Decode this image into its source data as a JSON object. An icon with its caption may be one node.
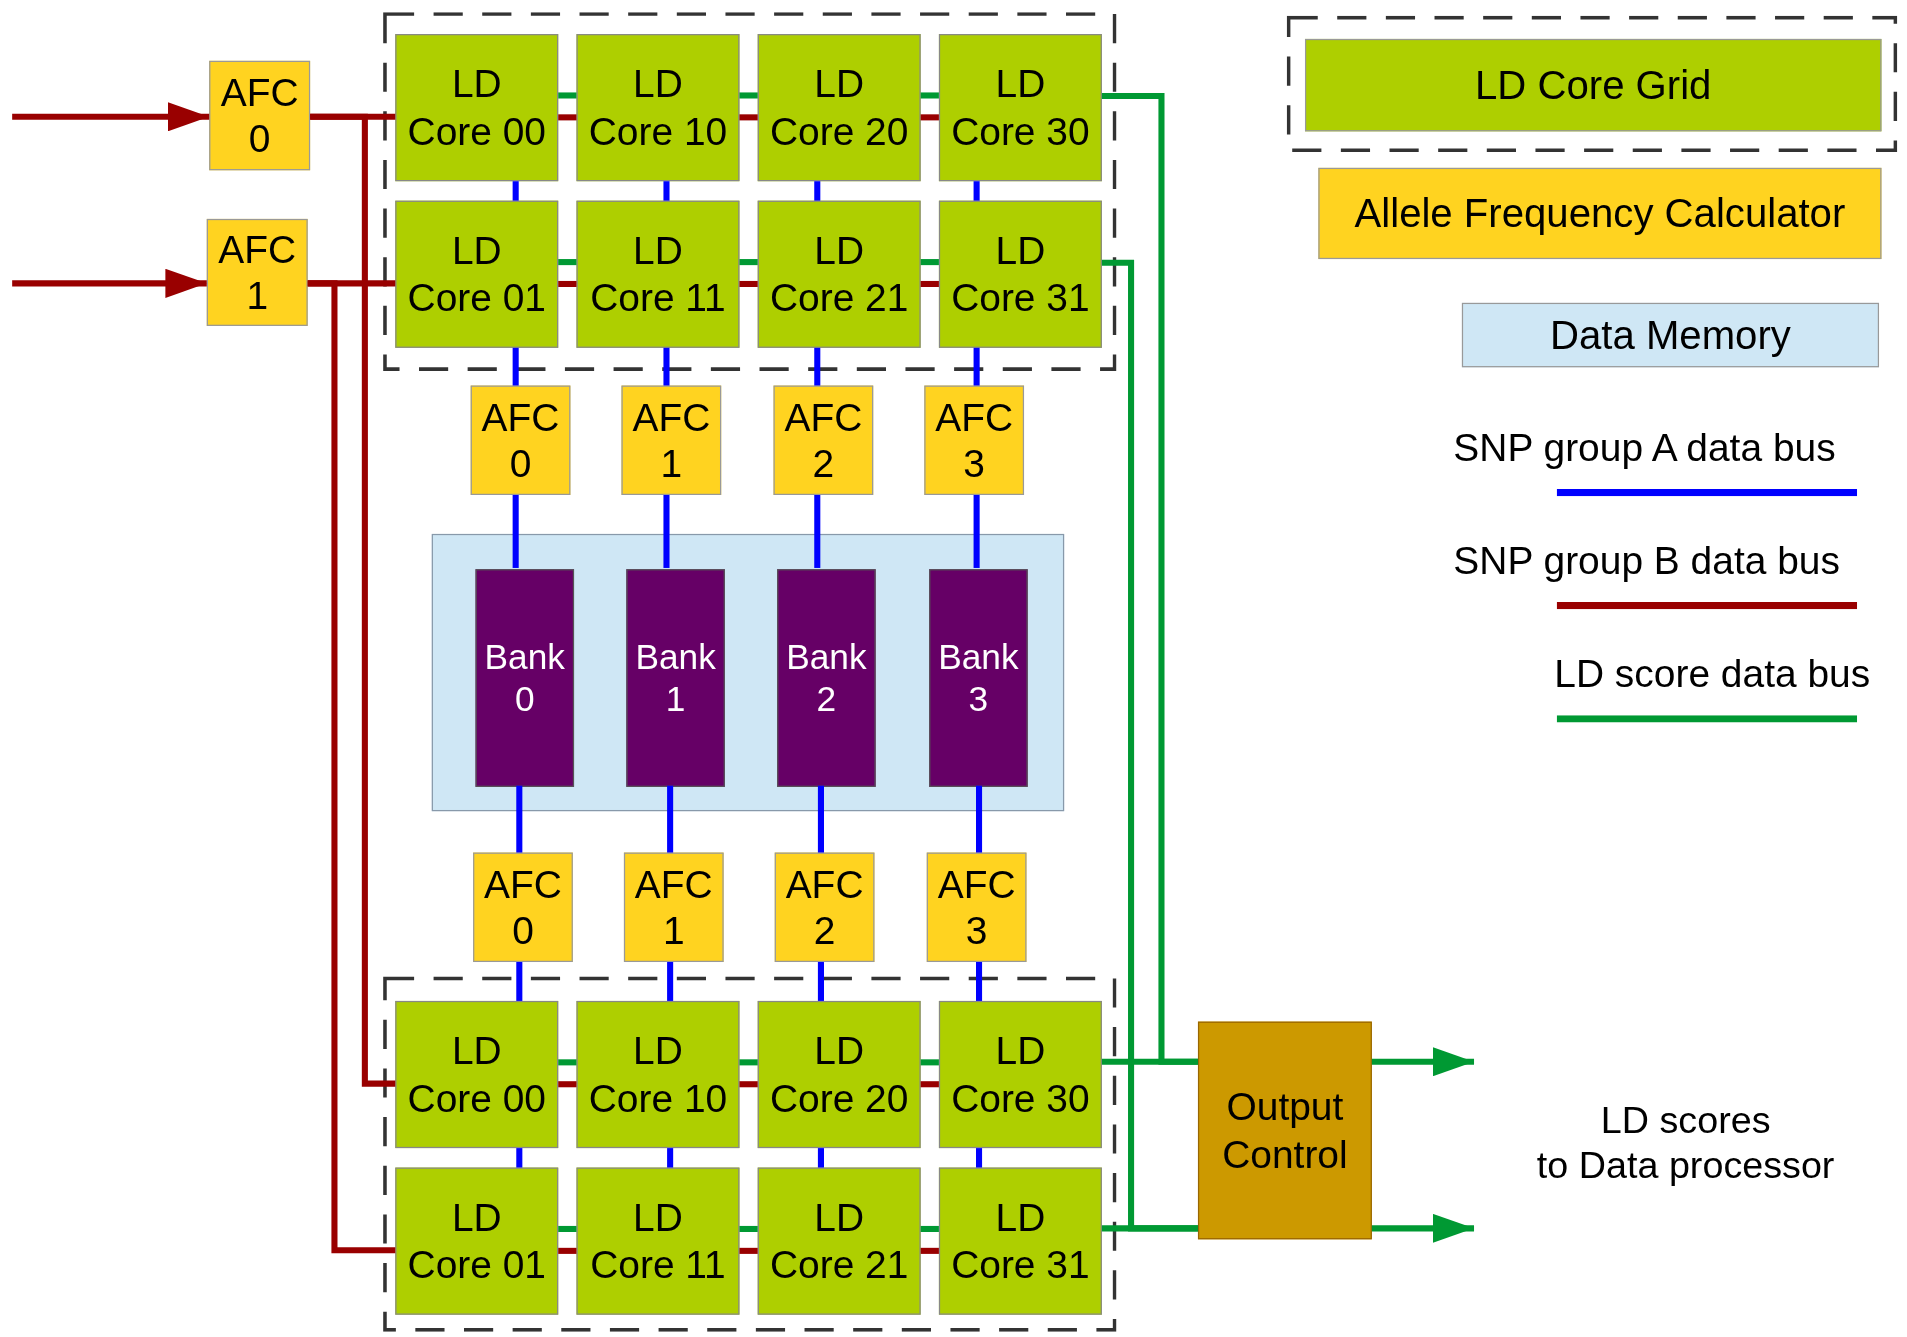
{
  "diagram": {
    "nodes": [
      {
        "text": [
          "AFC 0"
        ]
      },
      {
        "text": [
          "AFC 1"
        ]
      },
      {
        "text": [],
        "shape": "box"
      },
      {
        "text": [
          "LD Core 00"
        ],
        "in": 2
      },
      {
        "text": [
          "LD Core 10"
        ],
        "in": 2
      },
      {
        "text": [
          "LD Core 20"
        ],
        "in": 2
      },
      {
        "text": [
          "LD Core 30"
        ],
        "in": 2
      },
      {
        "text": [
          "LD Core 01"
        ],
        "in": 2
      },
      {
        "text": [
          "LD Core 11"
        ],
        "in": 2
      },
      {
        "text": [
          "LD Core 21"
        ],
        "in": 2
      },
      {
        "text": [
          "LD Core 31"
        ],
        "in": 2
      },
      {
        "text": [
          "AFC 0"
        ]
      },
      {
        "text": [
          "AFC 1"
        ]
      },
      {
        "text": [
          "AFC 2"
        ]
      },
      {
        "text": [
          "AFC 3"
        ]
      },
      {
        "text": [],
        "shape": "box"
      },
      {
        "text": [
          "Bank 0"
        ],
        "in": 15
      },
      {
        "text": [
          "Bank 1"
        ],
        "in": 15
      },
      {
        "text": [
          "Bank 2"
        ],
        "in": 15
      },
      {
        "text": [
          "Bank 3"
        ],
        "in": 15
      },
      {
        "text": [
          "AFC 0"
        ]
      },
      {
        "text": [
          "AFC 1"
        ]
      },
      {
        "text": [
          "AFC 2"
        ]
      },
      {
        "text": [
          "AFC 3"
        ]
      },
      {
        "text": [],
        "shape": "box"
      },
      {
        "text": [
          "LD Core 00"
        ],
        "in": 24
      },
      {
        "text": [
          "LD Core 10"
        ],
        "in": 24
      },
      {
        "text": [
          "LD Core 20"
        ],
        "in": 24
      },
      {
        "text": [
          "LD Core 30"
        ],
        "in": 24
      },
      {
        "text": [
          "LD Core 01"
        ],
        "in": 24
      },
      {
        "text": [
          "LD Core 11"
        ],
        "in": 24
      },
      {
        "text": [
          "LD Core 21"
        ],
        "in": 24
      },
      {
        "text": [
          "LD Core 31"
        ],
        "in": 24
      },
      {
        "text": [
          "Output Control"
        ]
      },
      {
        "text": [
          "LD scores to Data processor"
        ]
      }
    ],
    "edges": [
      {
        "from": null,
        "to": 0,
        "arrow": "to",
        "color": "#990000"
      },
      {
        "from": null,
        "to": 1,
        "arrow": "to",
        "color": "#990000"
      },
      {
        "from": 0,
        "to": 3,
        "arrow": "none",
        "color": "#990000"
      },
      {
        "from": 3,
        "to": 4,
        "arrow": "none",
        "color": "#990000"
      },
      {
        "from": 4,
        "to": 5,
        "arrow": "none",
        "color": "#990000"
      },
      {
        "from": 5,
        "to": 6,
        "arrow": "none",
        "color": "#990000"
      },
      {
        "from": 1,
        "to": 7,
        "arrow": "none",
        "color": "#990000"
      },
      {
        "from": 7,
        "to": 8,
        "arrow": "none",
        "color": "#990000"
      },
      {
        "from": 8,
        "to": 9,
        "arrow": "none",
        "color": "#990000"
      },
      {
        "from": 9,
        "to": 10,
        "arrow": "none",
        "color": "#990000"
      },
      {
        "from": 0,
        "to": 25,
        "arrow": "none",
        "color": "#990000"
      },
      {
        "from": 25,
        "to": 26,
        "arrow": "none",
        "color": "#990000"
      },
      {
        "from": 26,
        "to": 27,
        "arrow": "none",
        "color": "#990000"
      },
      {
        "from": 27,
        "to": 28,
        "arrow": "none",
        "color": "#990000"
      },
      {
        "from": 1,
        "to": 29,
        "arrow": "none",
        "color": "#990000"
      },
      {
        "from": 29,
        "to": 30,
        "arrow": "none",
        "color": "#990000"
      },
      {
        "from": 30,
        "to": 31,
        "arrow": "none",
        "color": "#990000"
      },
      {
        "from": 31,
        "to": 32,
        "arrow": "none",
        "color": "#990000"
      },
      {
        "from": 3,
        "to": 4,
        "arrow": "none",
        "color": "#009933"
      },
      {
        "from": 4,
        "to": 5,
        "arrow": "none",
        "color": "#009933"
      },
      {
        "from": 5,
        "to": 6,
        "arrow": "none",
        "color": "#009933"
      },
      {
        "from": 6,
        "to": 33,
        "arrow": "none",
        "color": "#009933"
      },
      {
        "from": 7,
        "to": 8,
        "arrow": "none",
        "color": "#009933"
      },
      {
        "from": 8,
        "to": 9,
        "arrow": "none",
        "color": "#009933"
      },
      {
        "from": 9,
        "to": 10,
        "arrow": "none",
        "color": "#009933"
      },
      {
        "from": 10,
        "to": 33,
        "arrow": "none",
        "color": "#009933"
      },
      {
        "from": 25,
        "to": 26,
        "arrow": "none",
        "color": "#009933"
      },
      {
        "from": 26,
        "to": 27,
        "arrow": "none",
        "color": "#009933"
      },
      {
        "from": 27,
        "to": 28,
        "arrow": "none",
        "color": "#009933"
      },
      {
        "from": 28,
        "to": 33,
        "arrow": "none",
        "color": "#009933"
      },
      {
        "from": 29,
        "to": 30,
        "arrow": "none",
        "color": "#009933"
      },
      {
        "from": 30,
        "to": 31,
        "arrow": "none",
        "color": "#009933"
      },
      {
        "from": 31,
        "to": 32,
        "arrow": "none",
        "color": "#009933"
      },
      {
        "from": 32,
        "to": 33,
        "arrow": "none",
        "color": "#009933"
      },
      {
        "from": 33,
        "to": 34,
        "arrow": "to",
        "color": "#009933"
      },
      {
        "from": 33,
        "to": 34,
        "arrow": "to",
        "color": "#009933"
      },
      {
        "from": 3,
        "to": 7,
        "arrow": "none"
      },
      {
        "from": 7,
        "to": 11,
        "arrow": "none"
      },
      {
        "from": 11,
        "to": 16,
        "arrow": "none"
      },
      {
        "from": 16,
        "to": 20,
        "arrow": "none"
      },
      {
        "from": 20,
        "to": 25,
        "arrow": "none"
      },
      {
        "from": 25,
        "to": 29,
        "arrow": "none"
      },
      {
        "from": 4,
        "to": 8,
        "arrow": "none"
      },
      {
        "from": 8,
        "to": 12,
        "arrow": "none"
      },
      {
        "from": 12,
        "to": 17,
        "arrow": "none"
      },
      {
        "from": 17,
        "to": 21,
        "arrow": "none"
      },
      {
        "from": 21,
        "to": 26,
        "arrow": "none"
      },
      {
        "from": 26,
        "to": 30,
        "arrow": "none"
      },
      {
        "from": 5,
        "to": 9,
        "arrow": "none"
      },
      {
        "from": 9,
        "to": 13,
        "arrow": "none"
      },
      {
        "from": 13,
        "to": 18,
        "arrow": "none"
      },
      {
        "from": 18,
        "to": 22,
        "arrow": "none"
      },
      {
        "from": 22,
        "to": 27,
        "arrow": "none"
      },
      {
        "from": 27,
        "to": 31,
        "arrow": "none"
      },
      {
        "from": 6,
        "to": 10,
        "arrow": "none"
      },
      {
        "from": 10,
        "to": 14,
        "arrow": "none"
      },
      {
        "from": 14,
        "to": 19,
        "arrow": "none"
      },
      {
        "from": 19,
        "to": 23,
        "arrow": "none"
      },
      {
        "from": 23,
        "to": 28,
        "arrow": "none"
      },
      {
        "from": 28,
        "to": 32,
        "arrow": "none"
      }
    ],
    "legend": [
      {
        "text": "LD Core Grid",
        "color": "#aecf00"
      },
      {
        "text": "Allele Frequency Calculator",
        "color": "#ffd320"
      },
      {
        "text": "Data Memory",
        "color": "#cfe7f5"
      },
      {
        "text": "SNP group A data bus"
      },
      {
        "text": "SNP group B data bus"
      },
      {
        "text": "LD score data bus"
      }
    ]
  }
}
